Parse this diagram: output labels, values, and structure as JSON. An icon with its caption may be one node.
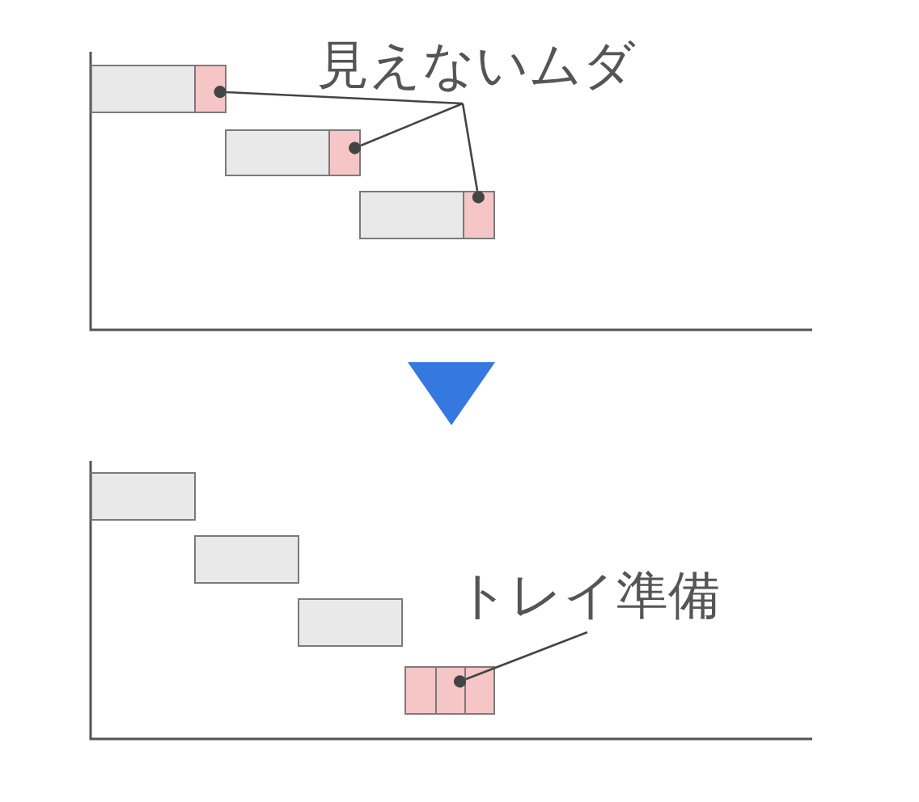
{
  "diagram": {
    "nodes": [
      {
        "text": [
          "見えないムダ"
        ]
      },
      {
        "text": [],
        "shape": "box"
      },
      {
        "text": [],
        "shape": "box"
      },
      {
        "text": [],
        "shape": "box"
      },
      {
        "text": [
          "トレイ準備"
        ]
      },
      {
        "text": [],
        "shape": "box"
      },
      {
        "text": [],
        "shape": "box"
      },
      {
        "text": [],
        "shape": "box"
      }
    ],
    "edges": [
      {
        "from": 0,
        "to": 1,
        "arrow": "other"
      },
      {
        "from": 0,
        "to": 2,
        "arrow": "other"
      },
      {
        "from": 0,
        "to": 3,
        "arrow": "other"
      },
      {
        "from": 4,
        "to": 6,
        "arrow": "other"
      }
    ]
  }
}
